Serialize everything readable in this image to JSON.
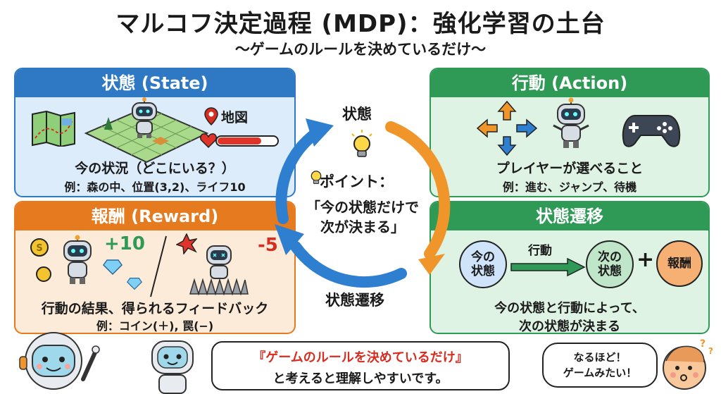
{
  "title": "マルコフ決定過程 (MDP)：強化学習の土台",
  "subtitle": "〜ゲームのルールを決めているだけ〜",
  "state_panel": {
    "header": "状態 (State)",
    "map_label": "地図",
    "line1": "今の状況（どこにいる？）",
    "line2": "例：森の中、位置(3,2)、ライフ10"
  },
  "action_panel": {
    "header": "行動 (Action)",
    "line1": "プレイヤーが選べること",
    "line2": "例：進む、ジャンプ、待機"
  },
  "reward_panel": {
    "header": "報酬 (Reward)",
    "plus": "+10",
    "minus": "-5",
    "line1": "行動の結果、得られるフィードバック",
    "line2": "例：コイン(＋), 罠(−)"
  },
  "transition_panel": {
    "header": "状態遷移",
    "node_current": "今の\n状態",
    "arrow_label": "行動",
    "node_next": "次の\n状態",
    "plus_sign": "+",
    "node_reward": "報酬",
    "line1": "今の状態と行動によって、",
    "line2": "次の状態が決まる"
  },
  "cycle": {
    "top_label": "状態",
    "bottom_label": "状態遷移",
    "point_label": "ポイント：",
    "point_text_1": "「今の状態だけで",
    "point_text_2": "次が決まる」"
  },
  "footer": {
    "quote": "『ゲームのルールを決めているだけ』",
    "quote_text": "と考えると理解しやすいです。",
    "side_1": "なるほど！",
    "side_2": "ゲームみたい！"
  },
  "colors": {
    "blue": "#2f79c4",
    "green": "#2e9a55",
    "orange": "#e67a1e",
    "red": "#d62d20",
    "cycle_orange": "#f0952a",
    "cycle_blue": "#2f7fd0"
  }
}
